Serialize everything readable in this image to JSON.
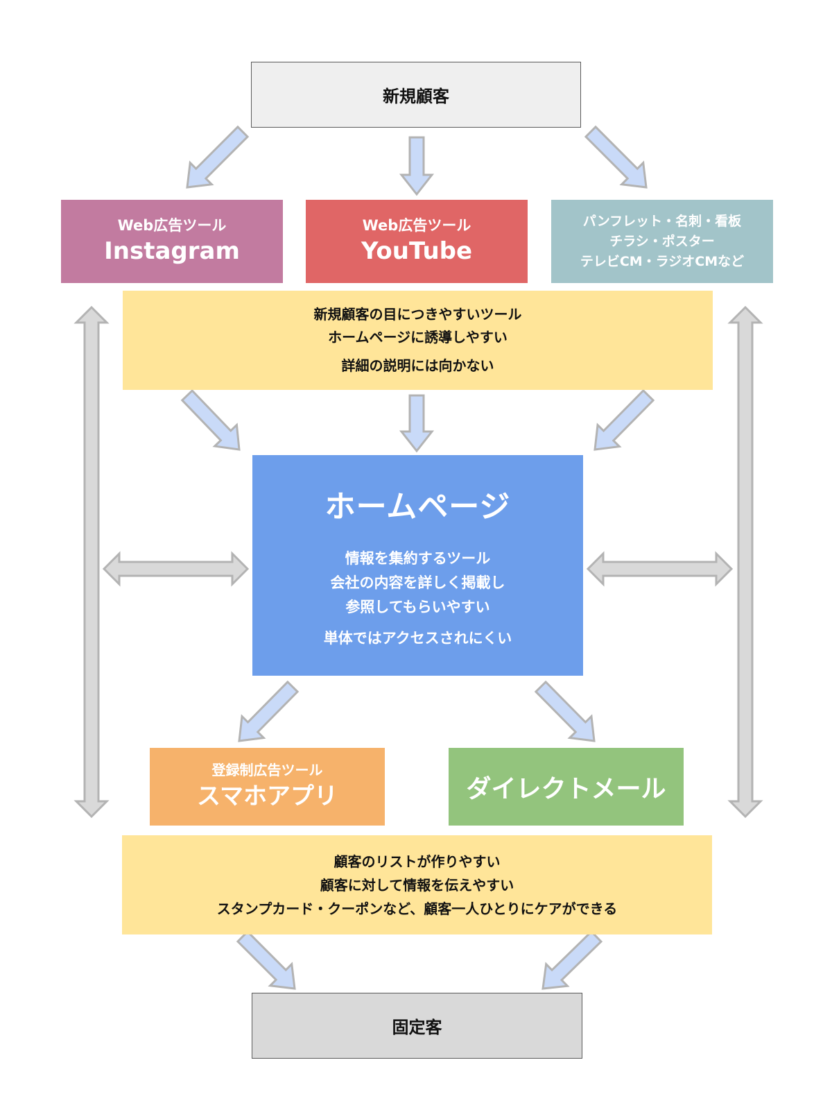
{
  "colors": {
    "new_customer_bg": "#efefef",
    "instagram_bg": "#c27ba0",
    "youtube_bg": "#e06666",
    "print_media_bg": "#a2c4c9",
    "description_bg": "#ffe599",
    "homepage_bg": "#6d9eeb",
    "app_bg": "#f6b26b",
    "dm_bg": "#93c47d",
    "loyal_bg": "#d9d9d9",
    "flow_arrow_fill": "#c9daf8",
    "two_way_arrow_fill": "#d9d9d9",
    "arrow_stroke": "#b3b3b3"
  },
  "nodes": {
    "new_customer": {
      "label": "新規顧客"
    },
    "instagram": {
      "subtitle": "Web広告ツール",
      "title": "Instagram"
    },
    "youtube": {
      "subtitle": "Web広告ツール",
      "title": "YouTube"
    },
    "print_media": {
      "lines": [
        "パンフレット・名刺・看板",
        "チラシ・ポスター",
        "テレビCM・ラジオCMなど"
      ]
    },
    "top_description": {
      "lines": [
        "新規顧客の目につきやすいツール",
        "ホームページに誘導しやすい",
        "詳細の説明には向かない"
      ]
    },
    "homepage": {
      "title": "ホームページ",
      "lines": [
        "情報を集約するツール",
        "会社の内容を詳しく掲載し",
        "参照してもらいやすい",
        "単体ではアクセスされにくい"
      ]
    },
    "smartphone_app": {
      "subtitle": "登録制広告ツール",
      "title": "スマホアプリ"
    },
    "direct_mail": {
      "title": "ダイレクトメール"
    },
    "bottom_description": {
      "lines": [
        "顧客のリストが作りやすい",
        "顧客に対して情報を伝えやすい",
        "スタンプカード・クーポンなど、顧客一人ひとりにケアができる"
      ]
    },
    "loyal_customer": {
      "label": "固定客"
    }
  },
  "edges": [
    {
      "from": "new_customer",
      "to": "instagram",
      "type": "one-way"
    },
    {
      "from": "new_customer",
      "to": "youtube",
      "type": "one-way"
    },
    {
      "from": "new_customer",
      "to": "print_media",
      "type": "one-way"
    },
    {
      "from": "top_description",
      "to": "homepage",
      "type": "one-way",
      "count": 3
    },
    {
      "from": "homepage",
      "to": "smartphone_app",
      "type": "one-way"
    },
    {
      "from": "homepage",
      "to": "direct_mail",
      "type": "one-way"
    },
    {
      "from": "bottom_description",
      "to": "loyal_customer",
      "type": "one-way",
      "count": 2
    },
    {
      "from": "left_channel",
      "to": "homepage",
      "type": "two-way"
    },
    {
      "from": "homepage",
      "to": "right_channel",
      "type": "two-way"
    },
    {
      "from": "instagram",
      "to": "smartphone_app",
      "type": "two-way",
      "side": "left"
    },
    {
      "from": "print_media",
      "to": "direct_mail",
      "type": "two-way",
      "side": "right"
    }
  ]
}
